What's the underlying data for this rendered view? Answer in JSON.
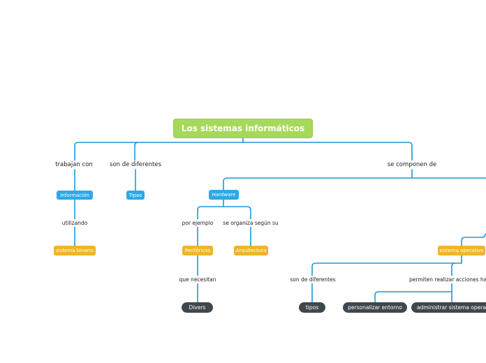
{
  "theme": {
    "link_color": "#1b9ad6",
    "root_color": "#a6d85c",
    "blue_color": "#2ea8e6",
    "yellow_color": "#f0b429",
    "dark_color": "#3f474c"
  },
  "map": {
    "root": {
      "text": "Los sistemas informáticos"
    },
    "branches": {
      "trabajan_con": "trabajan con",
      "informacion": "Información",
      "utilizando": "utilizando",
      "sistema_binario": "sistema binario",
      "son_de_diferentes": "son de diferentes",
      "tipos_top": "Tipos",
      "se_componen_de": "se componen de",
      "hardware": "Hardware",
      "por_ejemplo": "por ejemplo",
      "perifericos": "Periféricos",
      "que_necesitan": "que necesitan",
      "divers": "Divers",
      "se_organiza": "se organiza según su",
      "arquitectura": "Arquitectura",
      "sistema_operativo": "sistema operativo",
      "son_de_diferentes_2": "son de diferentes",
      "tipos_bottom": "tipos",
      "permiten_realizar": "permiten realizar acciones habituales como",
      "personalizar_entorno": "personalizar entorno",
      "administrar_so": "administrar sistema operativo"
    }
  }
}
